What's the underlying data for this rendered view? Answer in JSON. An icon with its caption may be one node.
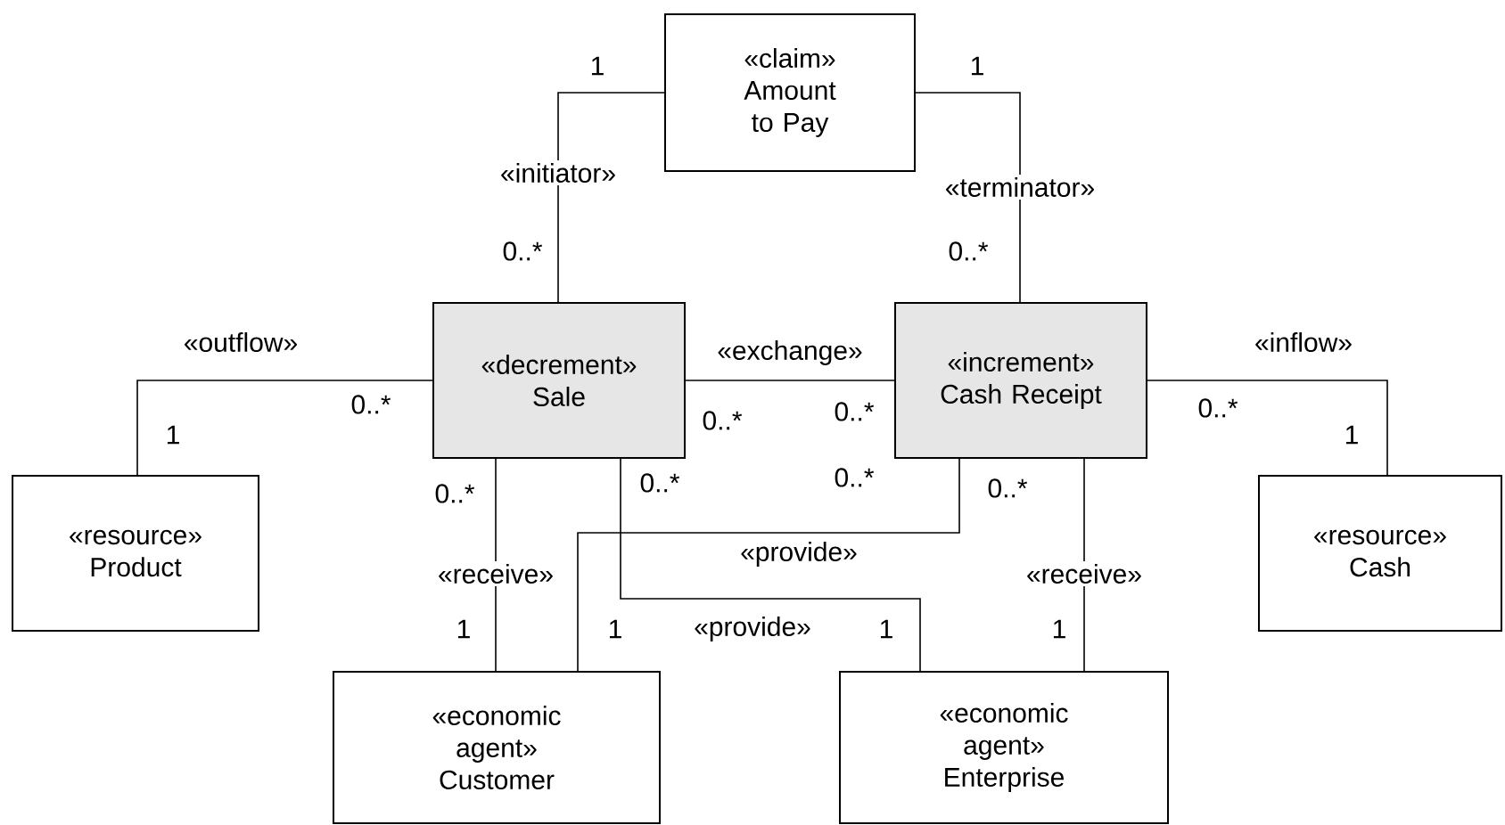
{
  "diagram": {
    "nodes": [
      {
        "text": [
          "«claim»",
          "Amount to Pay"
        ]
      },
      {
        "text": [
          "«decrement»",
          "Sale"
        ]
      },
      {
        "text": [
          "«increment»",
          "Cash Receipt"
        ]
      },
      {
        "text": [
          "«resource»",
          "Product"
        ]
      },
      {
        "text": [
          "«resource»",
          "Cash"
        ]
      },
      {
        "text": [
          "«economic agent»",
          "Customer"
        ]
      },
      {
        "text": [
          "«economic agent»",
          "Enterprise"
        ]
      }
    ],
    "edges": [
      {
        "from": 1,
        "to": 0,
        "arrow": "none",
        "label": "«initiator»"
      },
      {
        "from": 2,
        "to": 0,
        "arrow": "none",
        "label": "«terminator»"
      },
      {
        "from": 1,
        "to": 2,
        "arrow": "none",
        "label": "«exchange»"
      },
      {
        "from": 1,
        "to": 3,
        "arrow": "none",
        "label": "«outflow»"
      },
      {
        "from": 2,
        "to": 4,
        "arrow": "none",
        "label": "«inflow»"
      },
      {
        "from": 1,
        "to": 5,
        "arrow": "none",
        "label": "«receive»"
      },
      {
        "from": 2,
        "to": 6,
        "arrow": "none",
        "label": "«receive»"
      },
      {
        "from": 2,
        "to": 5,
        "arrow": "none",
        "label": "«provide»"
      },
      {
        "from": 1,
        "to": 6,
        "arrow": "none",
        "label": "«provide»"
      }
    ],
    "labels": [
      "1",
      "1",
      "0..*",
      "0..*",
      "0..*",
      "1",
      "0..*",
      "0..*",
      "0..*",
      "1",
      "0..*",
      "0..*",
      "0..*",
      "0..*",
      "1",
      "1",
      "1",
      "1"
    ]
  }
}
